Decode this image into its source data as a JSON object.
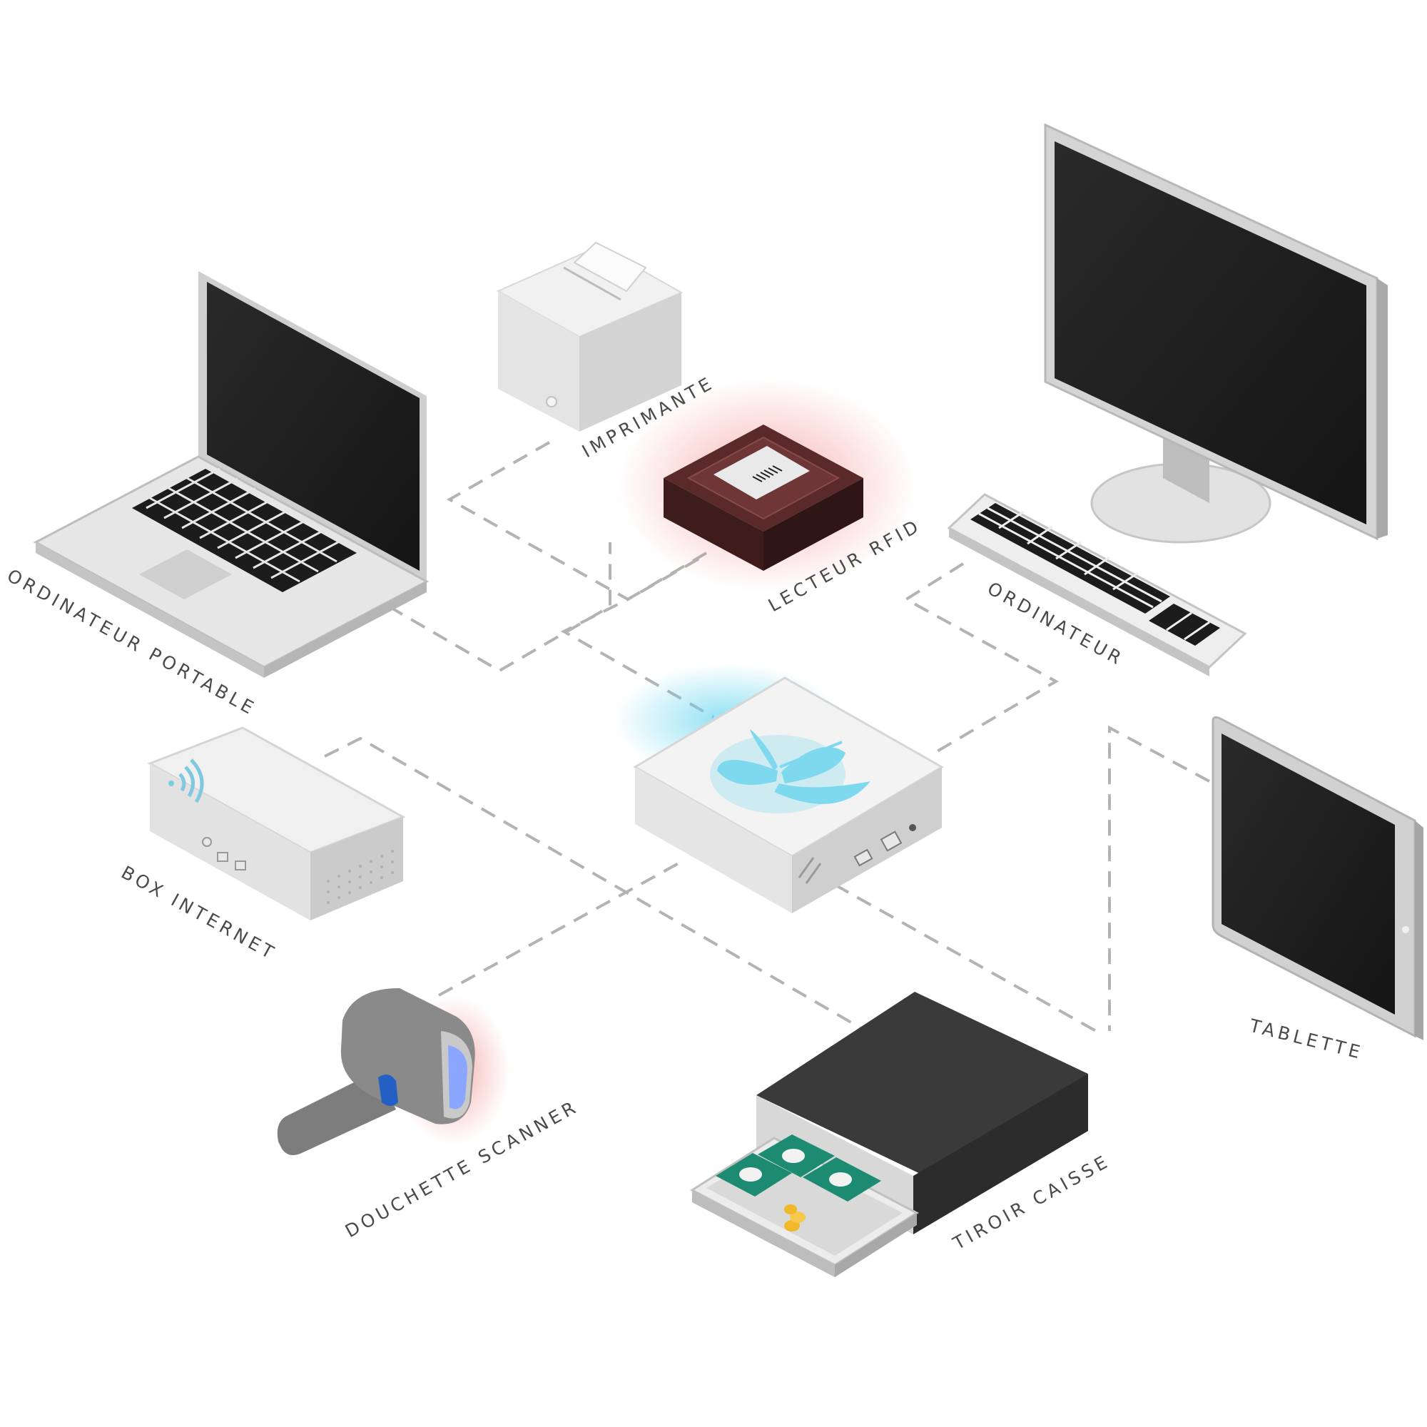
{
  "labels": {
    "laptop": "ORDINATEUR PORTABLE",
    "printer": "IMPRIMANTE",
    "rfid": "LECTEUR RFID",
    "desktop": "ORDINATEUR",
    "tablet": "TABLETTE",
    "box": "BOX INTERNET",
    "scanner": "DOUCHETTE SCANNER",
    "drawer": "TIROIR CAISSE"
  },
  "colors": {
    "hub_glow": "#5fd3ee",
    "butterfly": "#7fd9ee",
    "rfid_glow": "#f0a0a0",
    "scanner_glow": "#f0a0a0",
    "connector": "#b3b3b3",
    "cash": "#1d8a72"
  },
  "icons": {
    "hub_logo": "butterfly-icon",
    "box_signal": "wifi-icon"
  }
}
